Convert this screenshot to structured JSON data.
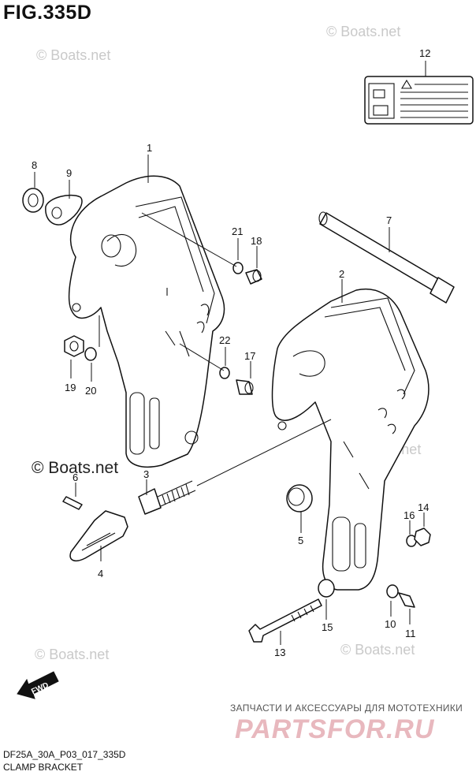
{
  "figure_title": "FIG.335D",
  "footer": {
    "code": "DF25A_30A_P03_017_335D",
    "name": "CLAMP BRACKET"
  },
  "watermark": {
    "text": "© Boats.net"
  },
  "shop": {
    "caption": "ЗАПЧАСТИ И АКСЕССУАРЫ ДЛЯ МОТОТЕХНИКИ",
    "logo": "PARTSFOR.RU"
  },
  "fwd_label": "FWD",
  "callouts": {
    "c1": "1",
    "c2": "2",
    "c3": "3",
    "c4": "4",
    "c5": "5",
    "c6": "6",
    "c7": "7",
    "c8": "8",
    "c9": "9",
    "c10": "10",
    "c11": "11",
    "c12": "12",
    "c13": "13",
    "c14": "14",
    "c15": "15",
    "c16": "16",
    "c17": "17",
    "c18": "18",
    "c19": "19",
    "c20": "20",
    "c21": "21",
    "c22": "22"
  },
  "colors": {
    "line": "#111111",
    "watermark": "#c9c9c9",
    "logo": "#e8b8be"
  }
}
